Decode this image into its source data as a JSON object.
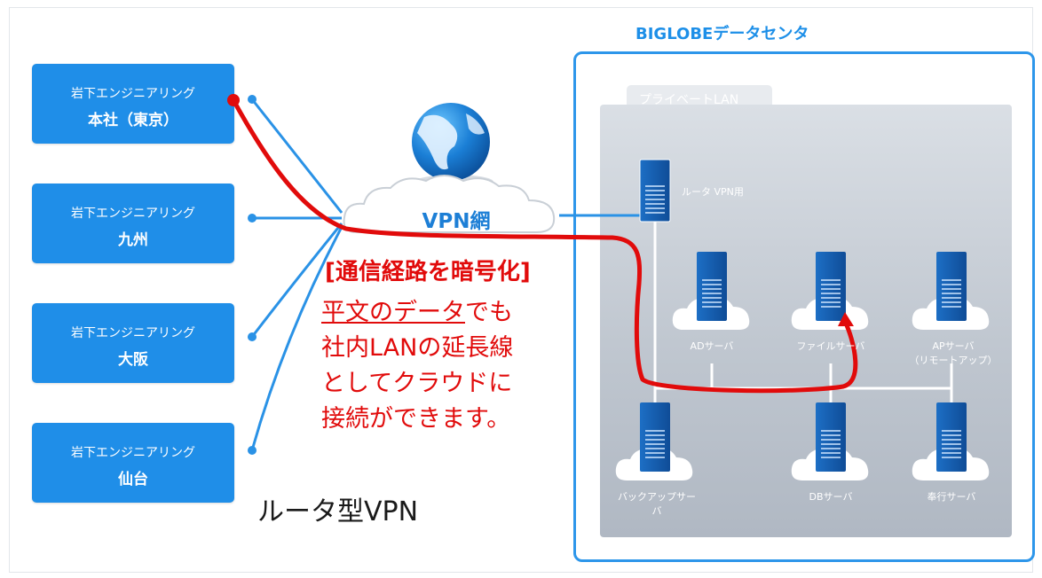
{
  "offices": [
    {
      "company": "岩下エンジニアリング",
      "branch": "本社（東京）"
    },
    {
      "company": "岩下エンジニアリング",
      "branch": "九州"
    },
    {
      "company": "岩下エンジニアリング",
      "branch": "大阪"
    },
    {
      "company": "岩下エンジニアリング",
      "branch": "仙台"
    }
  ],
  "network": {
    "vpn_label": "VPN網",
    "caption": "ルータ型VPN"
  },
  "datacenter": {
    "title": "BIGLOBEデータセンタ",
    "lan_label": "プライベートLAN",
    "router_label": "ルータ VPN用",
    "servers": [
      "ADサーバ",
      "ファイルサーバ",
      "APサーバ\n（リモートアップ）",
      "バックアップサーバ",
      "DBサーバ",
      "奉行サーバ"
    ]
  },
  "annotation": {
    "title": "[通信経路を暗号化]",
    "line1_underlined": "平文のデータ",
    "line1_rest": "でも",
    "line2": "社内LANの延長線",
    "line3": "としてクラウドに",
    "line4": "接続ができます。"
  },
  "colors": {
    "accent_blue": "#1f8ee8",
    "highlight_red": "#e10b0b",
    "lan_gray": "#c5ccd5"
  },
  "icons": [
    "globe-icon",
    "cloud-icon",
    "server-icon"
  ]
}
